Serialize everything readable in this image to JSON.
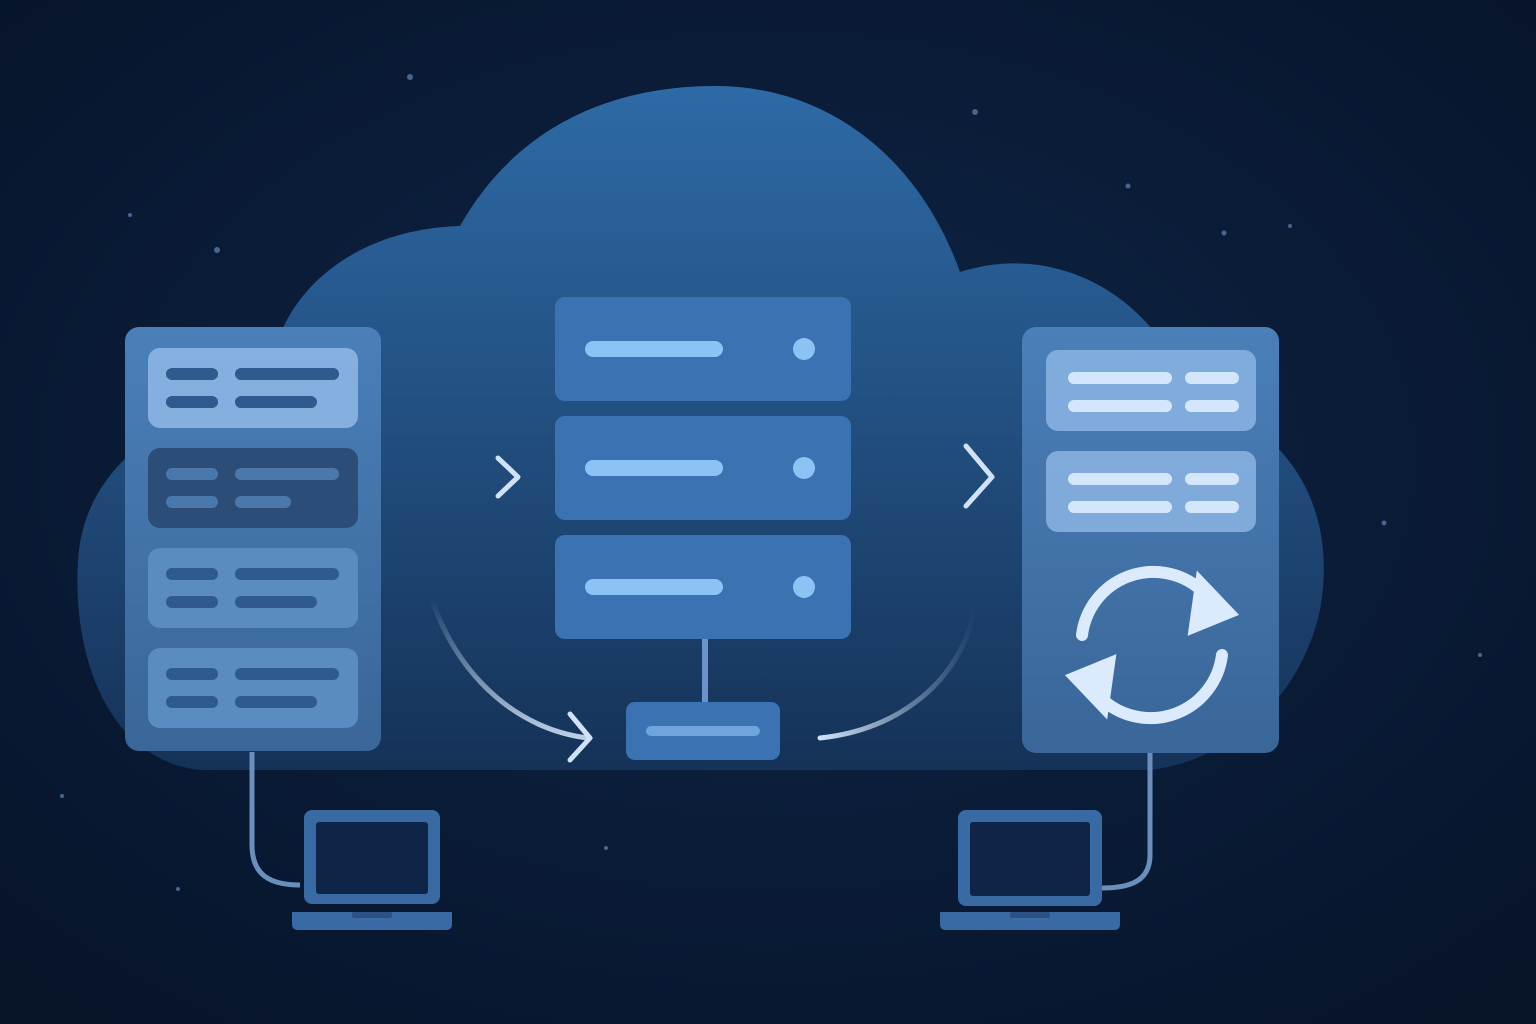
{
  "colors": {
    "background_outer": "#07142a",
    "background_inner": "#0e2547",
    "cloud_top": "#2e6aa6",
    "cloud_bottom": "#153258",
    "panel": "#3f6fa5",
    "panel_row": "#5a8cc2",
    "panel_row_highlight": "#8fb8e6",
    "panel_row_dark": "#2b4d78",
    "row_bar": "#2f5a8f",
    "server_unit": "#3a72b2",
    "server_slot": "#8cc3f5",
    "connector": "#cfe2f8",
    "device": "#3a6aa3",
    "device_screen": "#0e2547"
  },
  "icons": {
    "source_node": "database-rack-icon",
    "central_node": "server-stack-icon",
    "switch_node": "network-switch-icon",
    "target_node": "sync-server-icon",
    "refresh": "refresh-cycle-icon",
    "client_left": "laptop-icon",
    "client_right": "laptop-icon",
    "flow": "arrow-right-icon"
  },
  "diagram": {
    "source_rows": 4,
    "highlighted_source_row": 2,
    "server_units": 3,
    "target_rows": 2
  }
}
